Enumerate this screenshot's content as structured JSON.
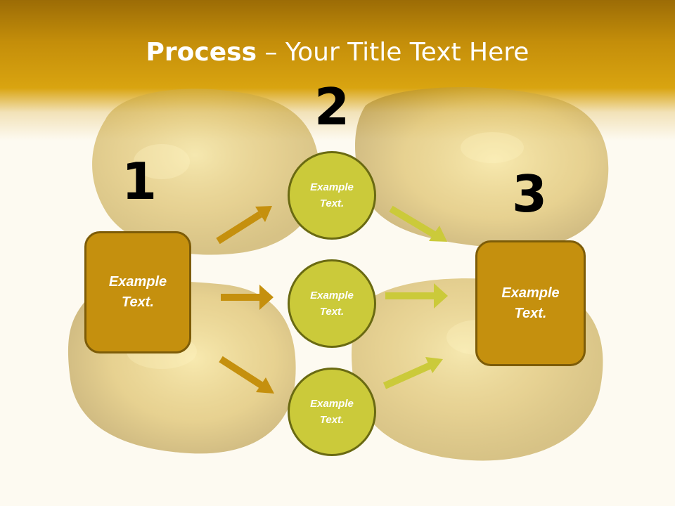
{
  "slide": {
    "title_bold": "Process",
    "title_rest": " – Your Title Text Here"
  },
  "steps": {
    "step1": "1",
    "step2": "2",
    "step3": "3"
  },
  "boxes": {
    "left": "Example Text.",
    "right": "Example Text."
  },
  "circles": {
    "top": "Example Text.",
    "middle": "Example Text.",
    "bottom": "Example Text."
  },
  "colors": {
    "header": "#c48e0a",
    "box_fill": "#c5900e",
    "circle_fill": "#cbca3a",
    "arrow_left": "#c5900e",
    "arrow_right": "#cbca3a"
  }
}
